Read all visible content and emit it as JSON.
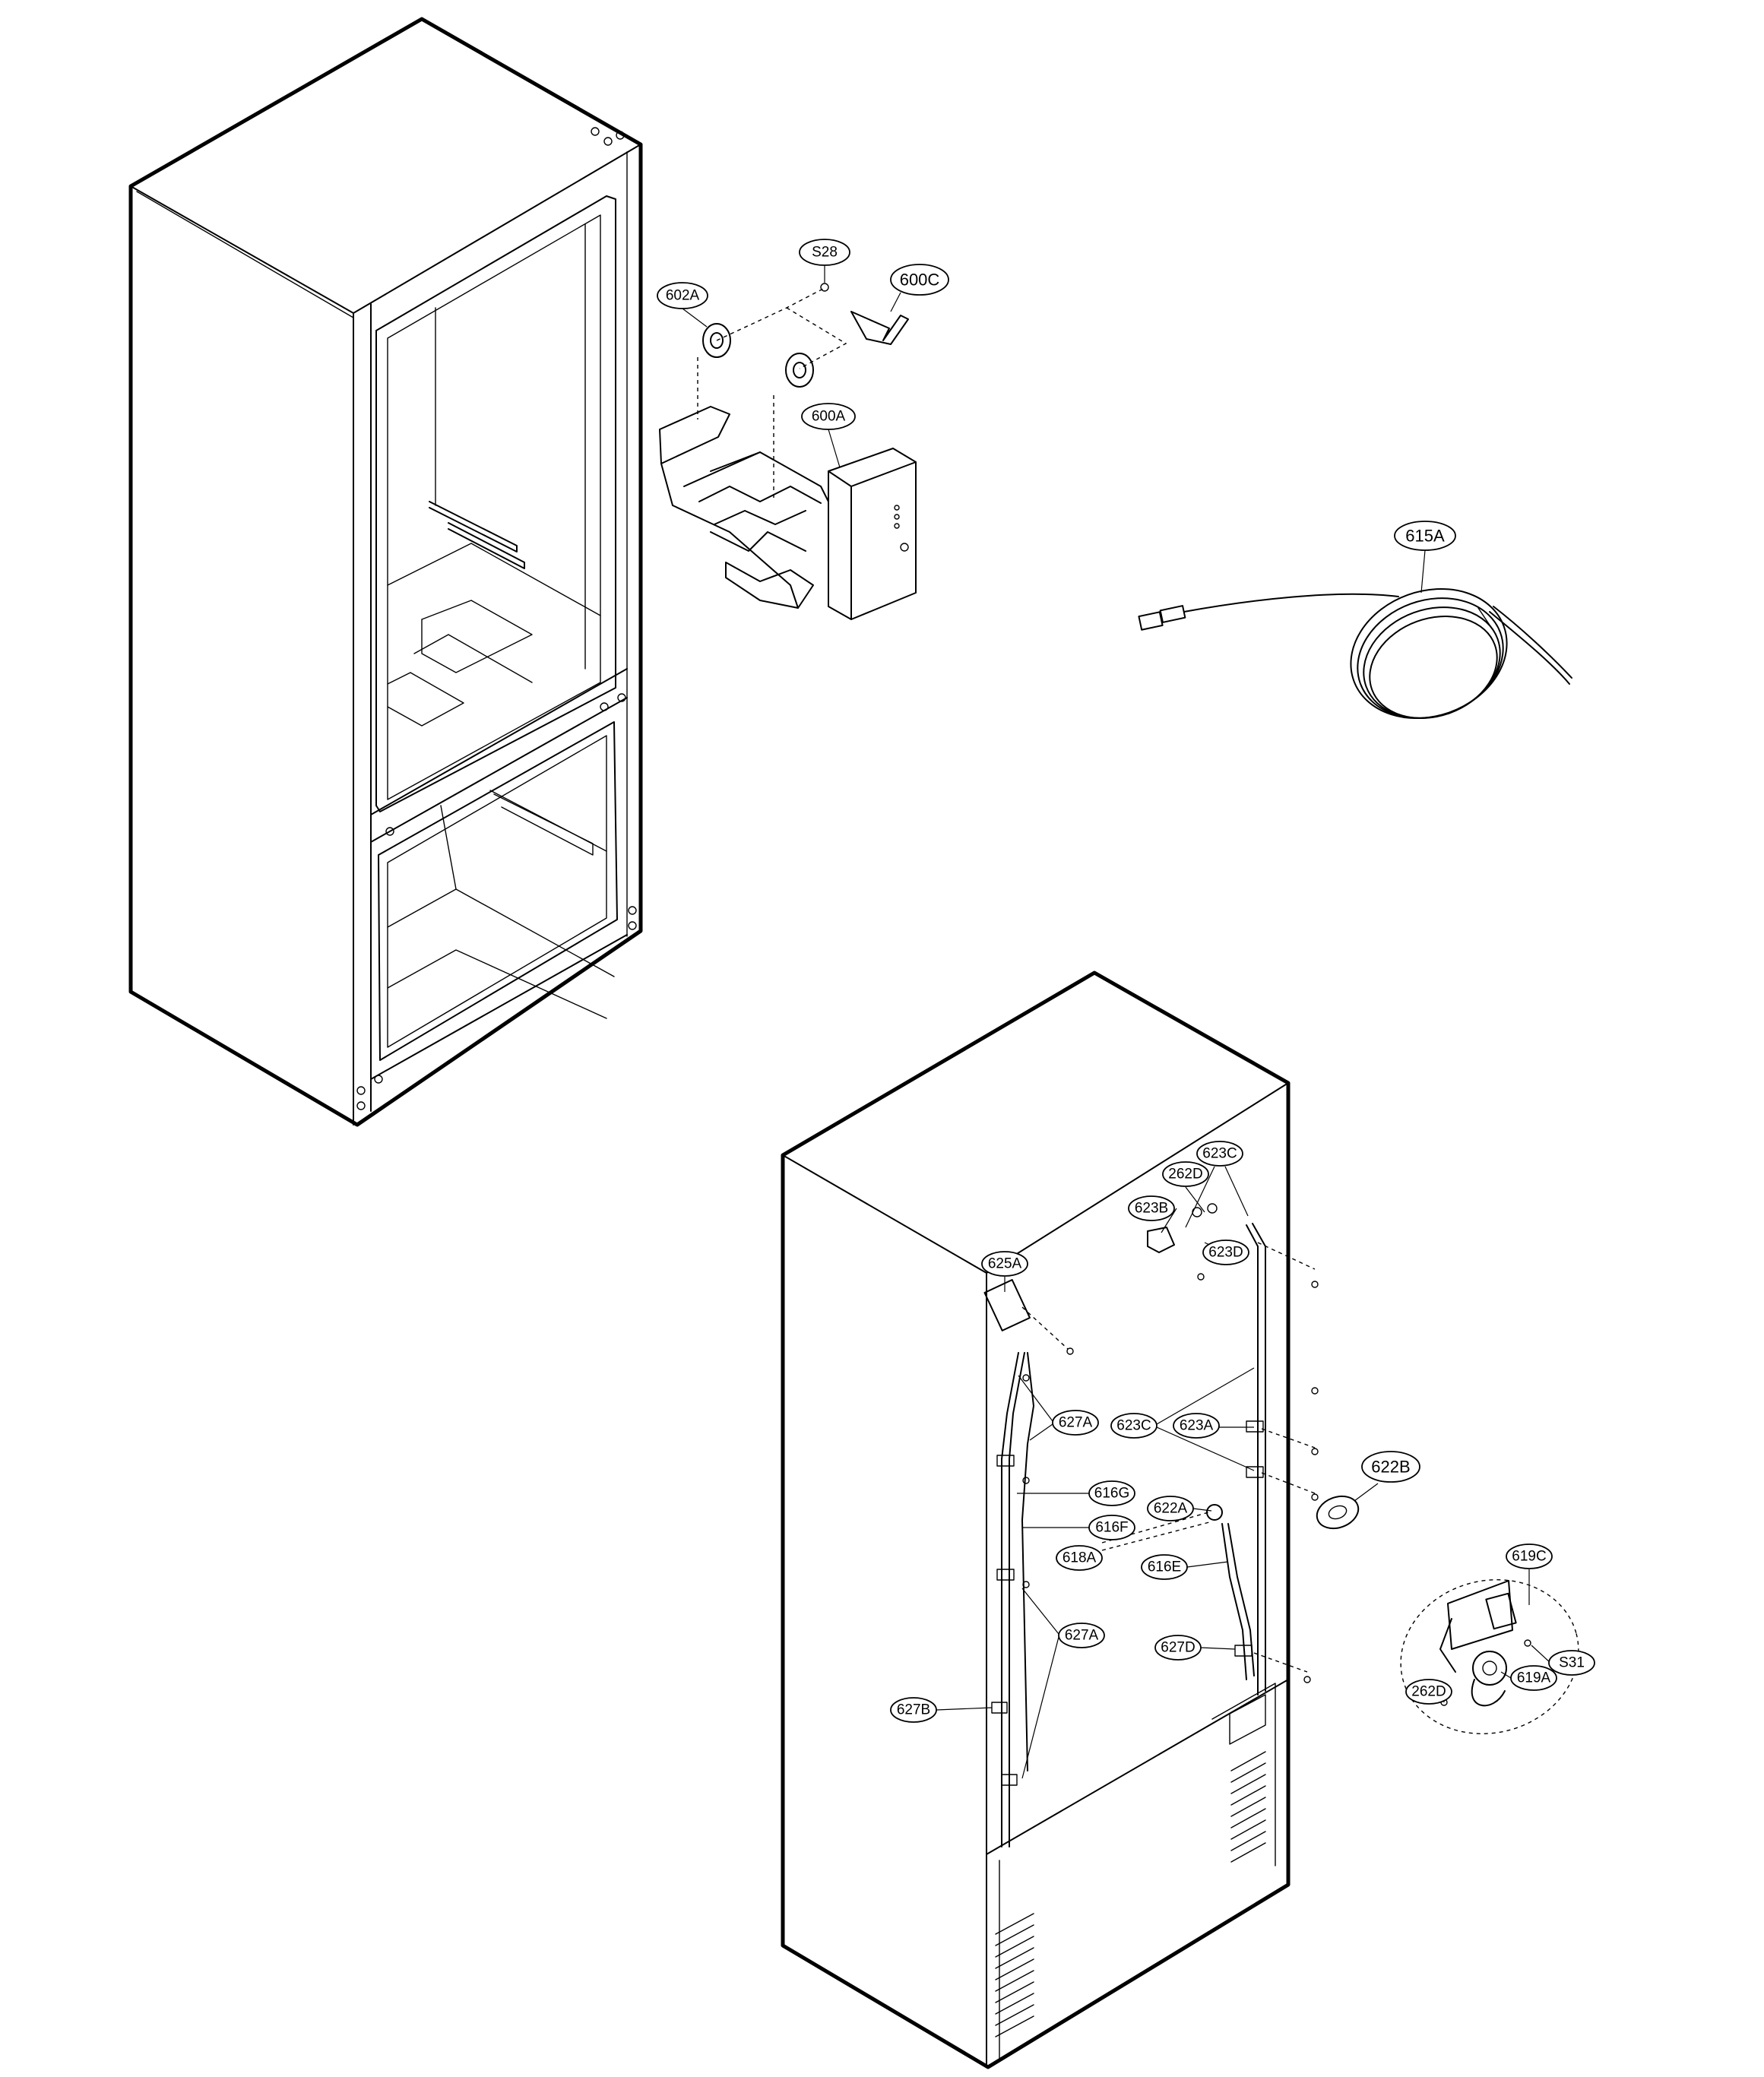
{
  "callouts": [
    {
      "id": "s28",
      "label": "S28"
    },
    {
      "id": "602a",
      "label": "602A"
    },
    {
      "id": "600c",
      "label": "600C"
    },
    {
      "id": "600a",
      "label": "600A"
    },
    {
      "id": "615a",
      "label": "615A"
    },
    {
      "id": "623c-top",
      "label": "623C"
    },
    {
      "id": "262d-top",
      "label": "262D"
    },
    {
      "id": "623b",
      "label": "623B"
    },
    {
      "id": "623d",
      "label": "623D"
    },
    {
      "id": "625a",
      "label": "625A"
    },
    {
      "id": "627a-top",
      "label": "627A"
    },
    {
      "id": "623c-mid",
      "label": "623C"
    },
    {
      "id": "623a",
      "label": "623A"
    },
    {
      "id": "622b",
      "label": "622B"
    },
    {
      "id": "616g",
      "label": "616G"
    },
    {
      "id": "622a",
      "label": "622A"
    },
    {
      "id": "616f",
      "label": "616F"
    },
    {
      "id": "618a",
      "label": "618A"
    },
    {
      "id": "616e",
      "label": "616E"
    },
    {
      "id": "619c",
      "label": "619C"
    },
    {
      "id": "627a-bottom",
      "label": "627A"
    },
    {
      "id": "627d",
      "label": "627D"
    },
    {
      "id": "s31",
      "label": "S31"
    },
    {
      "id": "619a",
      "label": "619A"
    },
    {
      "id": "262d-bottom",
      "label": "262D"
    },
    {
      "id": "627b",
      "label": "627B"
    }
  ]
}
